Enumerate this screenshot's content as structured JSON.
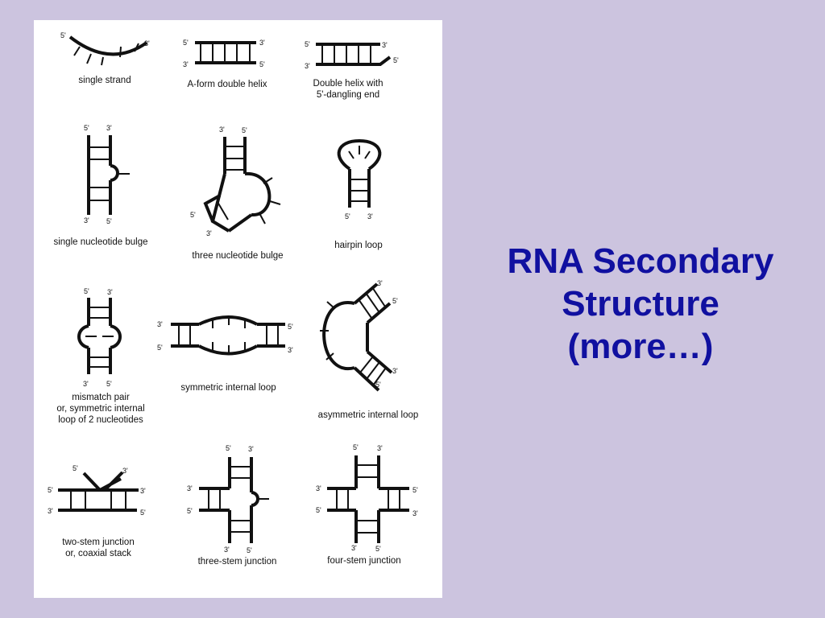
{
  "slide": {
    "title_lines": [
      "RNA Secondary",
      "Structure",
      "(more…)"
    ],
    "title_color": "#1010a0",
    "background": "#ccc4df"
  },
  "figure": {
    "end_labels": {
      "five_prime": "5'",
      "three_prime": "3'"
    },
    "captions": {
      "single_strand": "single strand",
      "a_form": "A-form double helix",
      "dangling_1": "Double helix with",
      "dangling_2": "5'-dangling end",
      "single_bulge": "single nucleotide bulge",
      "three_bulge": "three nucleotide bulge",
      "hairpin": "hairpin loop",
      "mismatch_1": "mismatch pair",
      "mismatch_2": "or, symmetric internal",
      "mismatch_3": "loop of 2 nucleotides",
      "symmetric_loop": "symmetric internal loop",
      "asymmetric_loop": "asymmetric internal loop",
      "two_stem_1": "two-stem junction",
      "two_stem_2": "or, coaxial stack",
      "three_stem": "three-stem junction",
      "four_stem": "four-stem junction"
    }
  }
}
